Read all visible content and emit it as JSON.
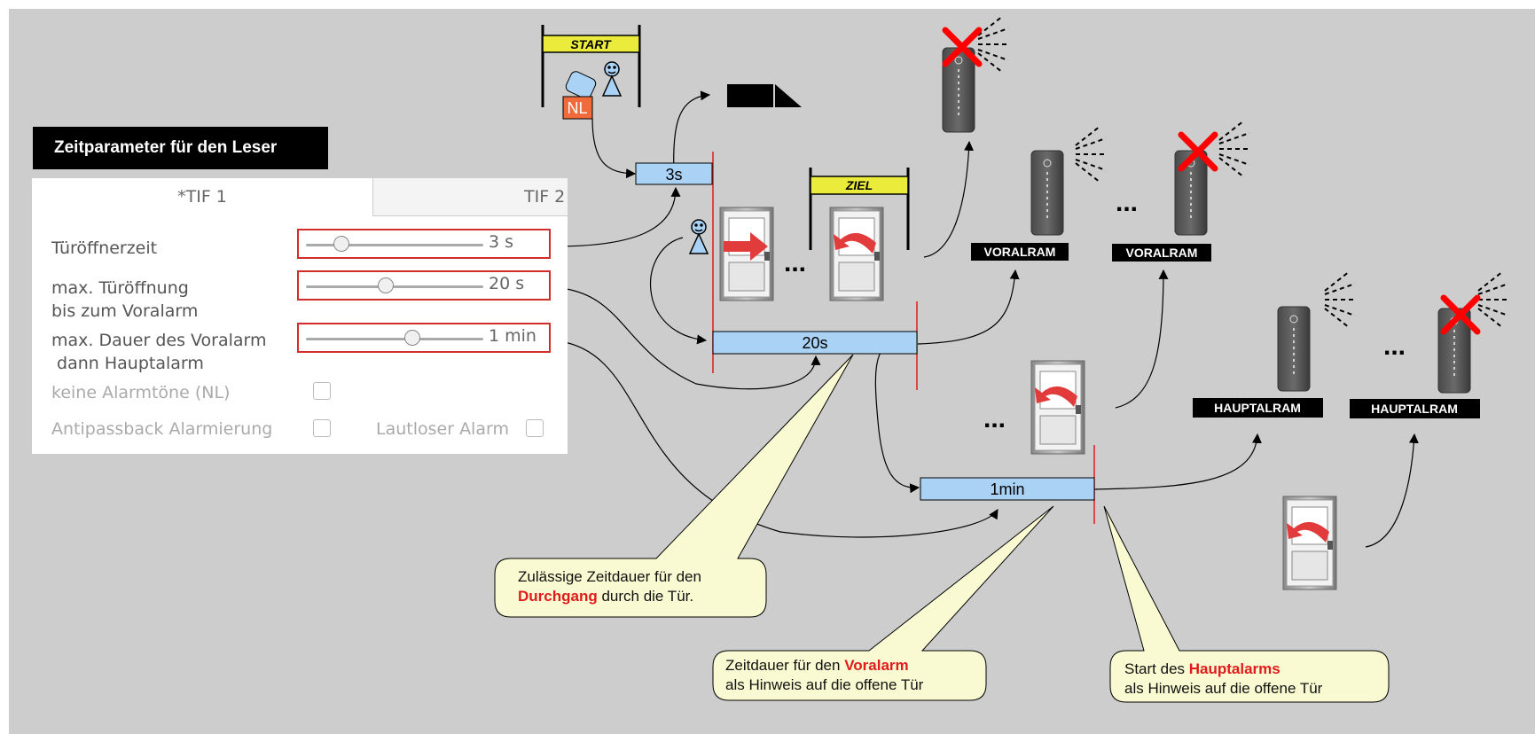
{
  "panel": {
    "title": "Zeitparameter für den Leser",
    "tabs": [
      "*TIF 1",
      "TIF 2"
    ],
    "rows": [
      {
        "label": "Türöffnerzeit",
        "value": "3 s"
      },
      {
        "label": "max. Türöffnung\nbis zum Voralarm",
        "value": "20 s"
      },
      {
        "label": "max. Dauer des Voralarm\n dann Hauptalarm",
        "value": "1 min"
      }
    ],
    "slider_levels": [
      0.2,
      0.45,
      0.6
    ],
    "checkbox_no_alarm_tones": "keine Alarmtöne (NL)",
    "checkbox_antipassback": "Antipassback Alarmierung",
    "checkbox_silent": "Lautloser Alarm"
  },
  "diagram": {
    "start_label": "START",
    "goal_label": "ZIEL",
    "nl_badge": "NL",
    "timeline_3s": "3s",
    "timeline_20s": "20s",
    "timeline_1min": "1min",
    "ellipsis": "...",
    "prealarm_label": "VORALRAM",
    "mainalarm_label": "HAUPTALRAM"
  },
  "callouts": {
    "passage_line1": "Zulässige Zeitdauer für den",
    "passage_highlight": "Durchgang",
    "passage_rest": " durch die Tür.",
    "prealarm_prefix": "Zeitdauer für den ",
    "prealarm_highlight": "Voralarm",
    "prealarm_line2": "als Hinweis auf die offene Tür",
    "main_prefix": "Start des ",
    "main_highlight": "Hauptalarms",
    "main_line2": "als Hinweis auf die offene Tür"
  },
  "colors": {
    "background": "#cdcdcd",
    "timeline_fill": "#a9d2f5",
    "start_bar": "#ebeb3c",
    "nl_badge": "#f06a3c",
    "alarm_cross": "#ff0000",
    "callout_fill": "#fafad2",
    "slider_border": "#d62b2b"
  }
}
